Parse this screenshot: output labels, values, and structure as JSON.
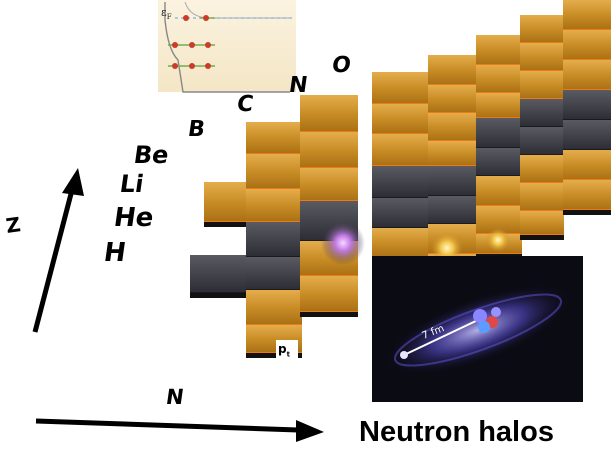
{
  "axes": {
    "z_label": "Z",
    "n_label": "N"
  },
  "elements": [
    "B",
    "C",
    "N",
    "O",
    "Be",
    "Li",
    "He",
    "H"
  ],
  "chart_labels": {
    "proton_dripline": "p",
    "proton_dripline_sub": "t",
    "fermi_energy": "ε",
    "fermi_sub": "F"
  },
  "halo_inset": {
    "size_label": "7 fm"
  },
  "caption": "Neutron halos",
  "colors": {
    "stable_gold": "#c48a24",
    "dark_cell": "#3a3a44",
    "orange_line": "#ef7a12",
    "halo_bg": "#0b0b14",
    "halo_glow": "#7c6cf2"
  }
}
